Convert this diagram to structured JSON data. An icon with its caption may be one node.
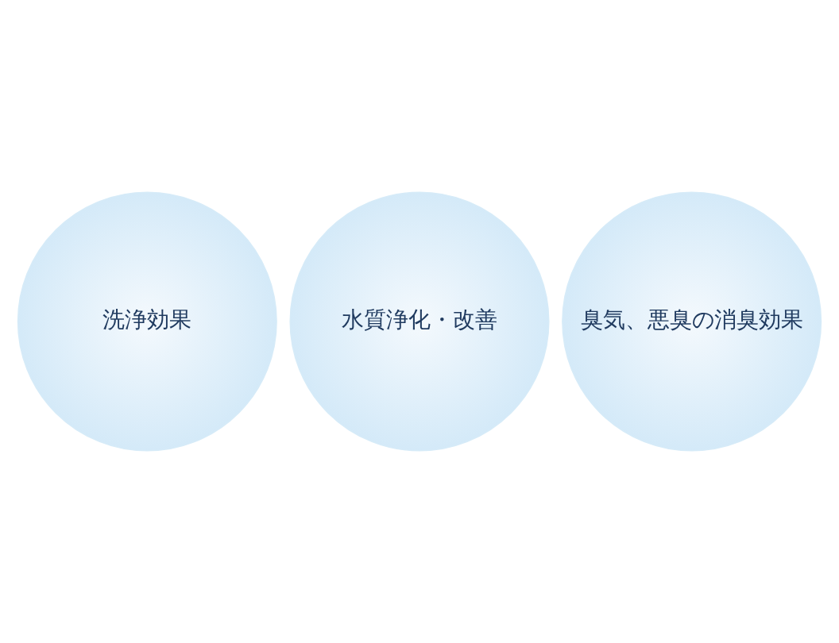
{
  "diagram": {
    "nodes": [
      {
        "text": [
          "洗浄効果"
        ]
      },
      {
        "text": [
          "水質浄化・改善"
        ]
      },
      {
        "text": [
          "臭気、悪臭の消臭効果"
        ]
      }
    ]
  }
}
